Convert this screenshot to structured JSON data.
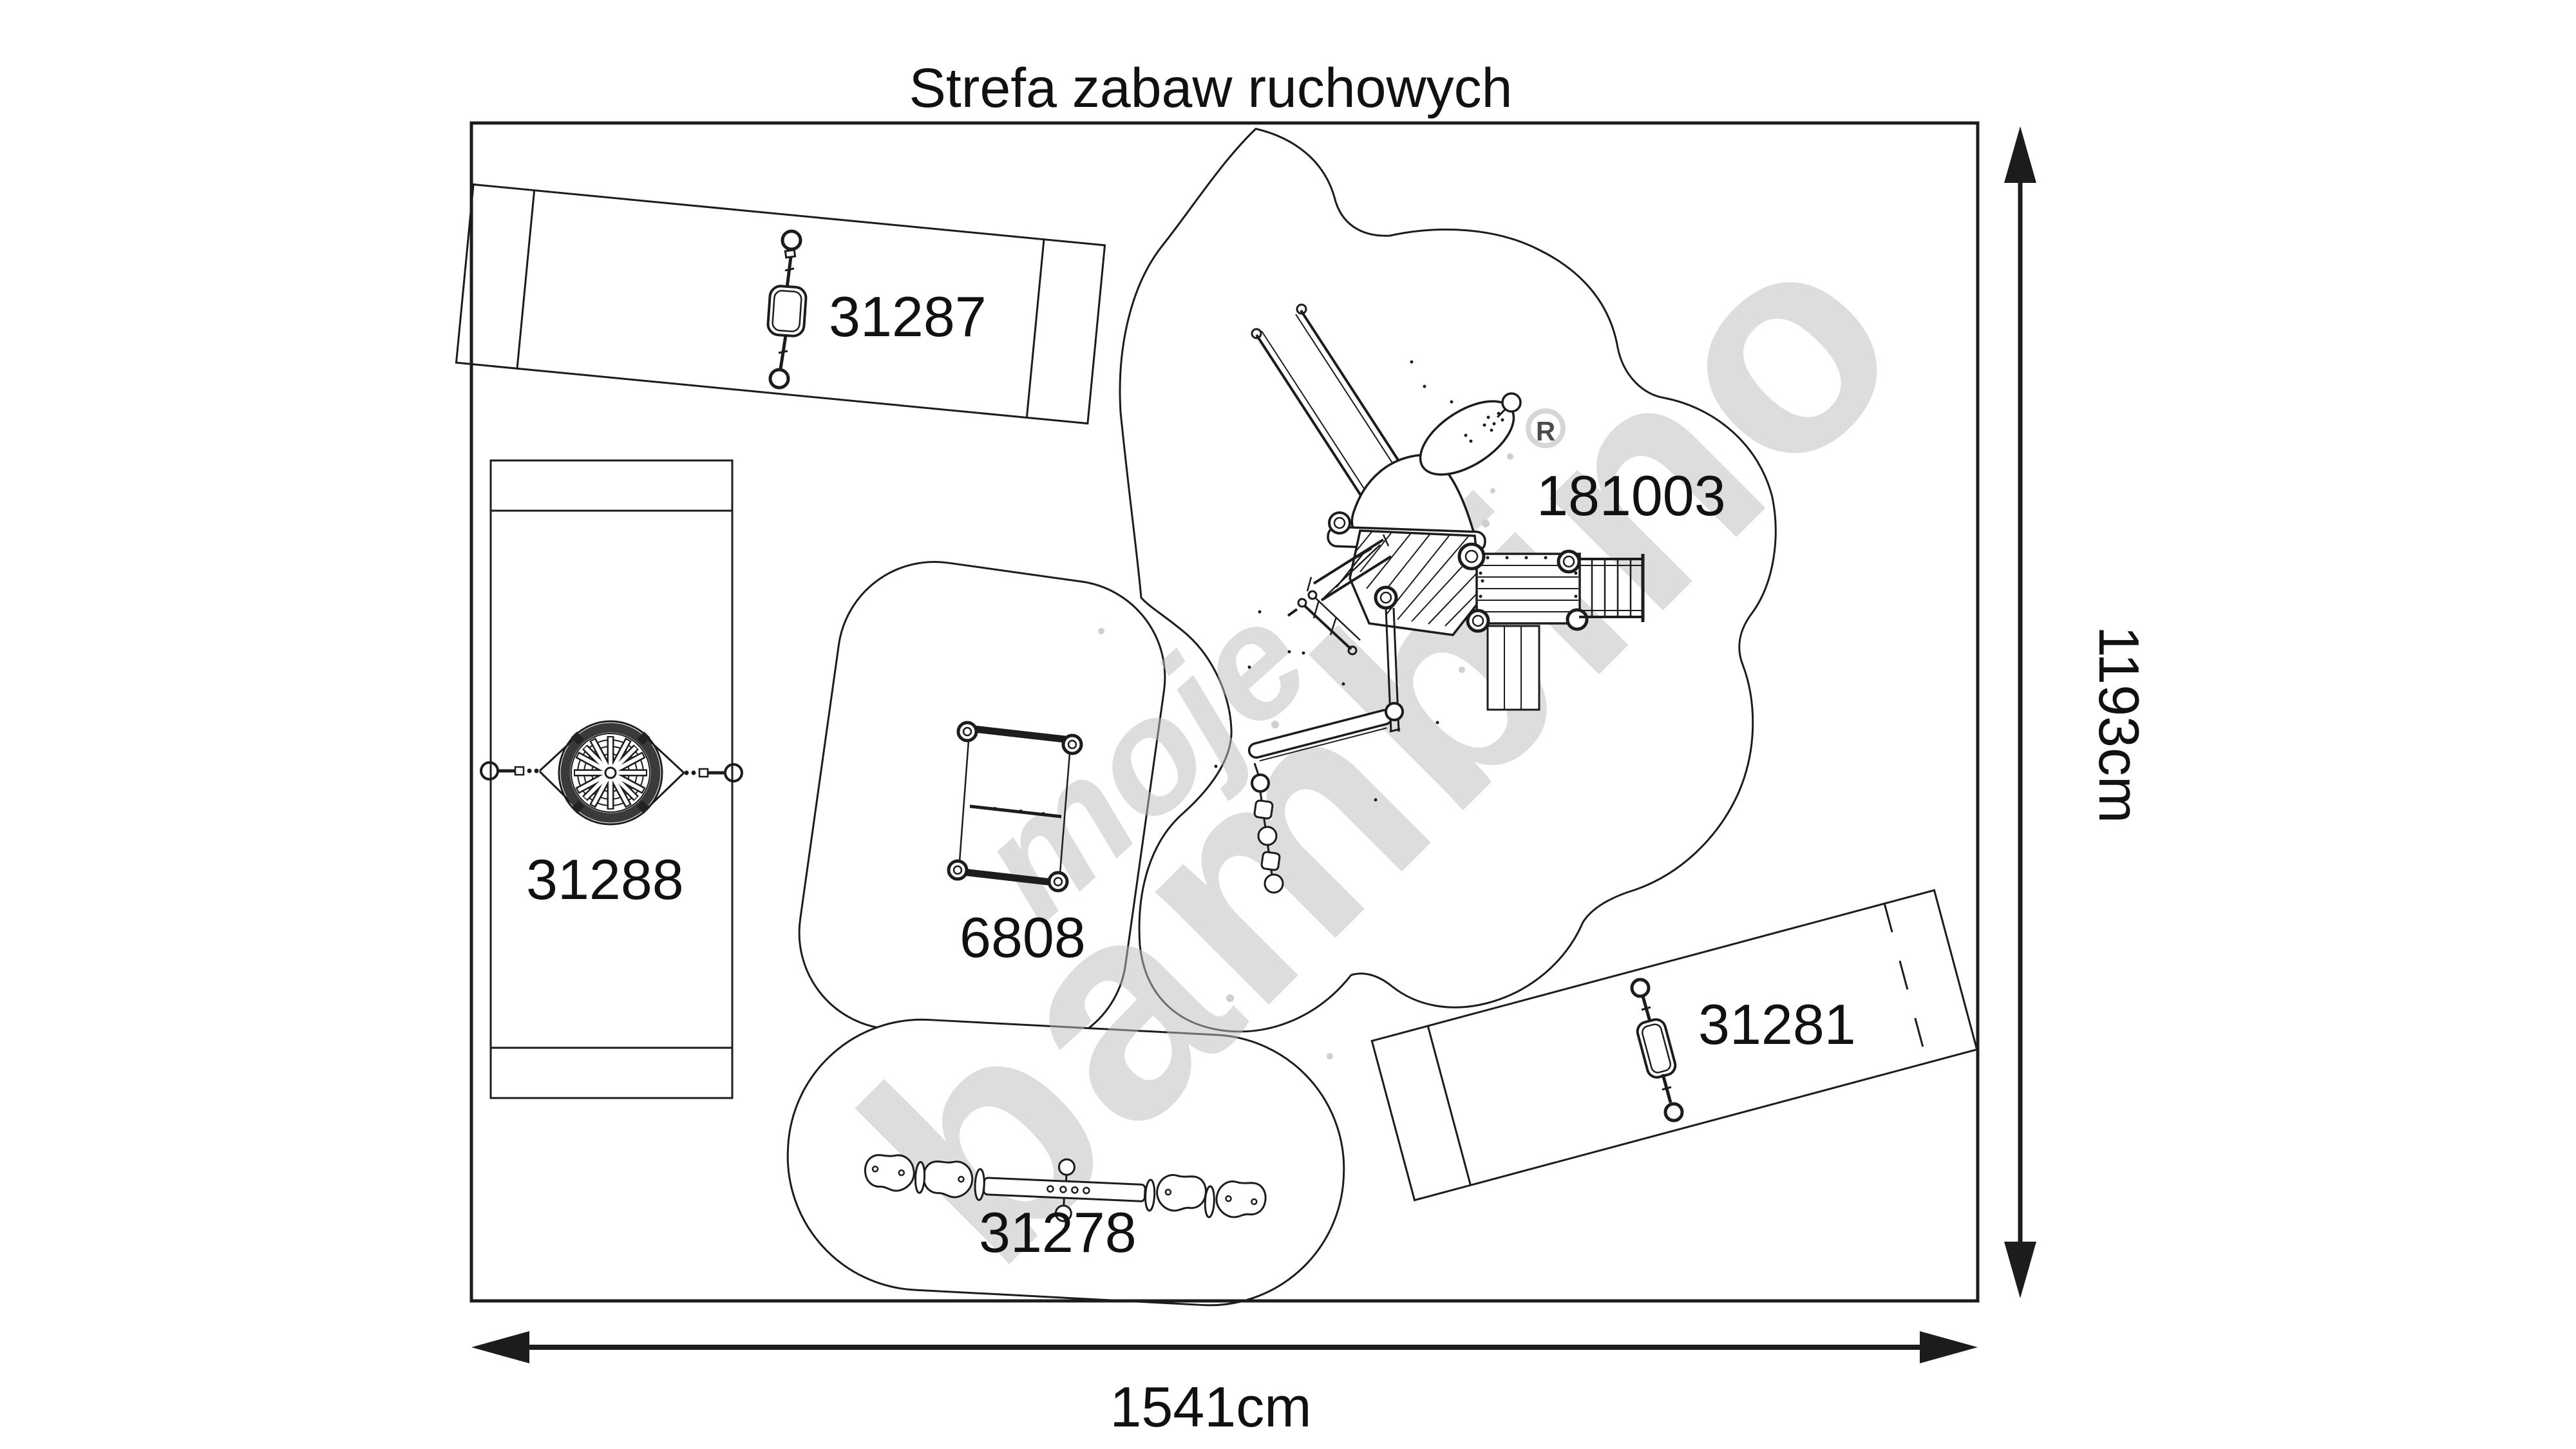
{
  "title": "Strefa zabaw ruchowych",
  "dimensions": {
    "horizontal": "1541cm",
    "vertical": "1193cm"
  },
  "zones": [
    {
      "id": "31287",
      "type": "single-swing-zone"
    },
    {
      "id": "181003",
      "type": "play-structure-zone"
    },
    {
      "id": "31288",
      "type": "nest-swing-zone"
    },
    {
      "id": "6808",
      "type": "rope-ladder-zone"
    },
    {
      "id": "31281",
      "type": "single-swing-zone"
    },
    {
      "id": "31278",
      "type": "balance-beam-zone"
    }
  ],
  "watermark": {
    "word1": "moje",
    "word2": "bambino",
    "registered_letter": "R"
  },
  "colors": {
    "line": "#1c1c1c",
    "watermark": "#bdbdbd",
    "background": "#ffffff"
  }
}
